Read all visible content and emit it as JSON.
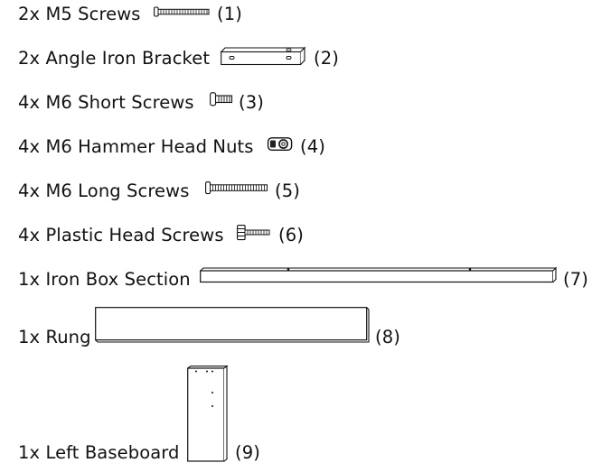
{
  "parts": [
    {
      "label": "2x M5 Screws",
      "number": "(1)"
    },
    {
      "label": "2x Angle Iron Bracket",
      "number": "(2)"
    },
    {
      "label": "4x M6 Short Screws",
      "number": "(3)"
    },
    {
      "label": "4x M6 Hammer Head Nuts",
      "number": "(4)"
    },
    {
      "label": "4x M6 Long Screws",
      "number": "(5)"
    },
    {
      "label": "4x Plastic Head Screws",
      "number": "(6)"
    },
    {
      "label": "1x Iron Box Section",
      "number": "(7)"
    },
    {
      "label": "1x Rung",
      "number": "(8)"
    },
    {
      "label": "1x Left Baseboard",
      "number": "(9)"
    }
  ]
}
